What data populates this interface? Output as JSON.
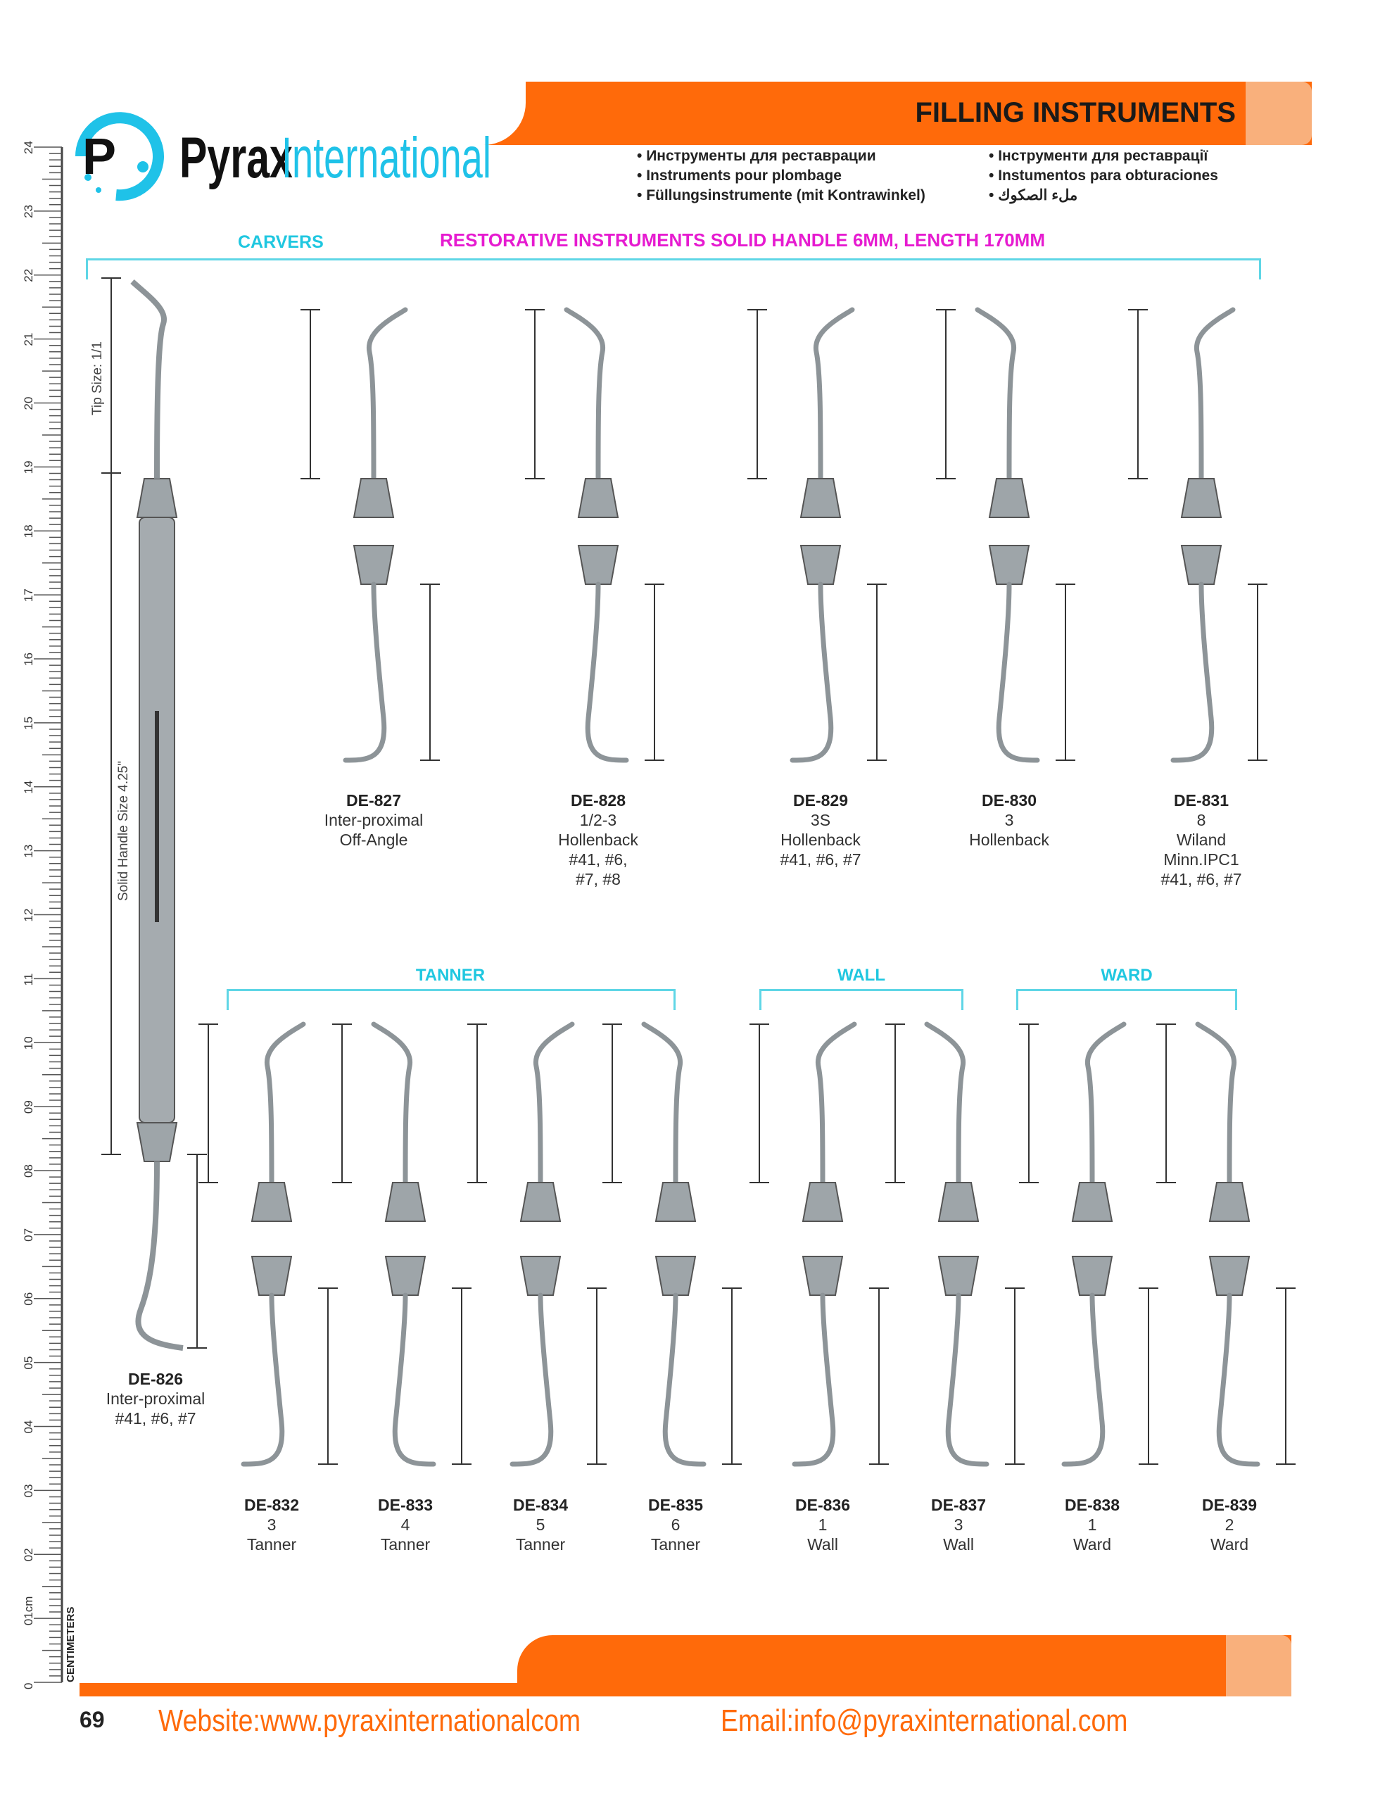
{
  "header": {
    "title": "FILLING INSTRUMENTS",
    "logo": {
      "name": "Pyrax",
      "suffix": "International",
      "mark": "P"
    },
    "translations_left": [
      "Инструменты для реставрации",
      "Instruments pour plombage",
      "Füllungsinstrumente (mit Kontrawinkel)"
    ],
    "translations_right": [
      "Інструменти для реставрації",
      "Instumentos para obturaciones",
      "ملء الصكوك"
    ]
  },
  "section": {
    "carvers": "CARVERS",
    "subtitle": "RESTORATIVE INSTRUMENTS SOLID HANDLE 6MM, LENGTH 170MM",
    "tip_size": "Tip Size: 1/1",
    "handle_size": "Solid Handle Size 4.25\""
  },
  "ruler": {
    "unit_label": "CENTIMETERS",
    "first_label": "0",
    "second_label": "01cm",
    "max_cm": 24
  },
  "products_row1": [
    {
      "code": "DE-826",
      "lines": [
        "Inter-proximal",
        "#41, #6, #7"
      ]
    },
    {
      "code": "DE-827",
      "lines": [
        "Inter-proximal",
        "Off-Angle"
      ]
    },
    {
      "code": "DE-828",
      "lines": [
        "1/2-3",
        "Hollenback",
        "#41, #6,",
        "#7, #8"
      ]
    },
    {
      "code": "DE-829",
      "lines": [
        "3S",
        "Hollenback",
        "#41, #6, #7"
      ]
    },
    {
      "code": "DE-830",
      "lines": [
        "3",
        "Hollenback"
      ]
    },
    {
      "code": "DE-831",
      "lines": [
        "8",
        "Wiland",
        "Minn.IPC1",
        "#41, #6, #7"
      ]
    }
  ],
  "groups": [
    "TANNER",
    "WALL",
    "WARD"
  ],
  "products_row2": [
    {
      "code": "DE-832",
      "num": "3",
      "type": "Tanner"
    },
    {
      "code": "DE-833",
      "num": "4",
      "type": "Tanner"
    },
    {
      "code": "DE-834",
      "num": "5",
      "type": "Tanner"
    },
    {
      "code": "DE-835",
      "num": "6",
      "type": "Tanner"
    },
    {
      "code": "DE-836",
      "num": "1",
      "type": "Wall"
    },
    {
      "code": "DE-837",
      "num": "3",
      "type": "Wall"
    },
    {
      "code": "DE-838",
      "num": "1",
      "type": "Ward"
    },
    {
      "code": "DE-839",
      "num": "2",
      "type": "Ward"
    }
  ],
  "footer": {
    "page": "69",
    "website": "Website:www.pyraxinternationalcom",
    "email": "Email:info@pyraxinternational.com"
  },
  "colors": {
    "accent": "#ff6a0a",
    "accent_light": "#f9b07c",
    "cyan": "#1fc7e0",
    "magenta": "#e61bd0"
  }
}
